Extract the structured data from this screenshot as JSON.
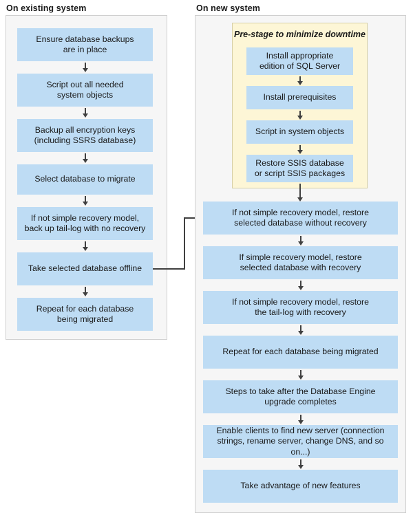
{
  "diagram": {
    "title_hidden": "SQL Server migration flowchart",
    "colors": {
      "process_fill": "#BEDCF4",
      "group_fill": "#FDF6D6",
      "panel_fill": "#F6F6F6",
      "panel_border": "#CFCFCF",
      "group_border": "#D6CFA6",
      "arrow": "#404040",
      "text": "#1A1A1A"
    }
  },
  "columns": {
    "left": {
      "heading": "On existing system",
      "steps": [
        {
          "id": "ensure-backups",
          "lines": [
            "Ensure database backups",
            "are in place"
          ]
        },
        {
          "id": "script-out",
          "lines": [
            "Script out all needed",
            "system objects"
          ]
        },
        {
          "id": "backup-keys",
          "lines": [
            "Backup all encryption keys",
            "(including SSRS database)"
          ]
        },
        {
          "id": "select-database",
          "lines": [
            "Select database to migrate"
          ]
        },
        {
          "id": "backup-tail-log",
          "lines": [
            "If not simple recovery model,",
            "back up tail-log with no recovery"
          ]
        },
        {
          "id": "take-offline",
          "lines": [
            "Take selected database offline"
          ]
        },
        {
          "id": "repeat-each-db",
          "lines": [
            "Repeat for each database",
            "being migrated"
          ]
        }
      ]
    },
    "right": {
      "heading": "On new system",
      "group": {
        "id": "pre-stage",
        "title": "Pre-stage to minimize downtime",
        "steps": [
          {
            "id": "install-edition",
            "lines": [
              "Install appropriate",
              "edition of SQL Server"
            ]
          },
          {
            "id": "install-prereqs",
            "lines": [
              "Install prerequisites"
            ]
          },
          {
            "id": "script-in-objects",
            "lines": [
              "Script in system objects"
            ]
          },
          {
            "id": "restore-ssis",
            "lines": [
              "Restore SSIS database",
              "or script SSIS packages"
            ]
          }
        ]
      },
      "steps": [
        {
          "id": "restore-without-recovery",
          "lines": [
            "If not simple recovery model, restore",
            "selected database without recovery"
          ]
        },
        {
          "id": "restore-with-recovery",
          "lines": [
            "If simple recovery model, restore",
            "selected database with recovery"
          ]
        },
        {
          "id": "restore-tail-log",
          "lines": [
            "If not simple recovery model, restore",
            "the tail-log with recovery"
          ]
        },
        {
          "id": "repeat-each-db",
          "lines": [
            "Repeat for each database being migrated"
          ]
        },
        {
          "id": "post-upgrade-steps",
          "lines": [
            "Steps to take after the Database Engine",
            "upgrade completes"
          ]
        },
        {
          "id": "enable-clients",
          "lines": [
            "Enable clients to find new server (connection",
            "strings, rename server, change DNS, and so on...)"
          ]
        },
        {
          "id": "new-features",
          "lines": [
            "Take advantage of new features"
          ]
        }
      ]
    }
  },
  "connectors": {
    "cross_column": {
      "from": "take-offline",
      "to": "restore-without-recovery",
      "style": "elbow-with-arrowhead"
    }
  }
}
